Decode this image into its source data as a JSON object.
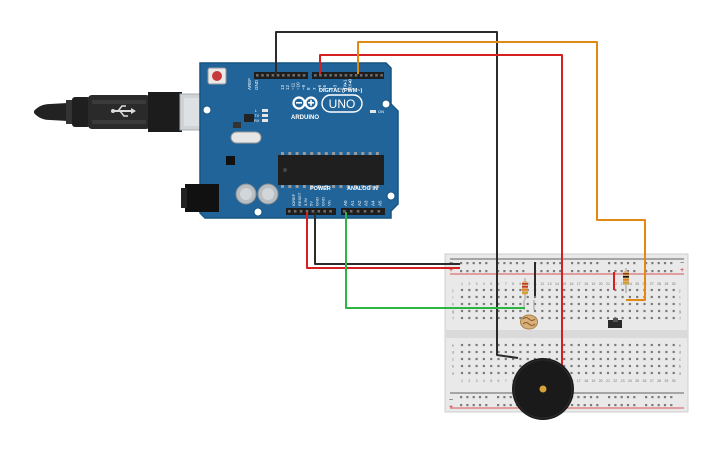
{
  "board": {
    "brand": "ARDUINO",
    "model": "UNO",
    "digital_header": "DIGITAL (PWM~)",
    "power_header": "POWER",
    "analog_header": "ANALOG IN",
    "aref": "AREF",
    "gnd": "GND",
    "digital_pins": [
      "13",
      "12",
      "~11",
      "~10",
      "~9",
      "8",
      "7",
      "~6",
      "~5",
      "4",
      "~3",
      "2",
      "TX▸1",
      "RX◂0"
    ],
    "power_pins": [
      "IOREF",
      "RESET",
      "3.3V",
      "5V",
      "GND",
      "GND",
      "Vin"
    ],
    "analog_pins": [
      "A0",
      "A1",
      "A2",
      "A3",
      "A4",
      "A5"
    ],
    "led_l": "L",
    "led_tx": "TX",
    "led_rx": "RX",
    "led_on": "ON"
  },
  "breadboard": {
    "column_numbers": [
      "1",
      "2",
      "3",
      "4",
      "5",
      "6",
      "7",
      "8",
      "9",
      "10",
      "11",
      "12",
      "13",
      "14",
      "15",
      "16",
      "17",
      "18",
      "19",
      "20",
      "21",
      "22",
      "23",
      "24",
      "25",
      "26",
      "27",
      "28",
      "29",
      "30"
    ],
    "row_letters_top": [
      "j",
      "i",
      "h",
      "g",
      "f"
    ],
    "row_letters_bottom": [
      "e",
      "d",
      "c",
      "b",
      "a"
    ],
    "rail_minus": "−",
    "rail_plus": "+"
  },
  "colors": {
    "board": "#20649a",
    "board_edge": "#155480",
    "wire_black": "#2b2b2b",
    "wire_red": "#d42020",
    "wire_orange": "#e08a14",
    "wire_green": "#2db443",
    "breadboard": "#e9e9e9",
    "buzzer": "#1a1a1a"
  }
}
